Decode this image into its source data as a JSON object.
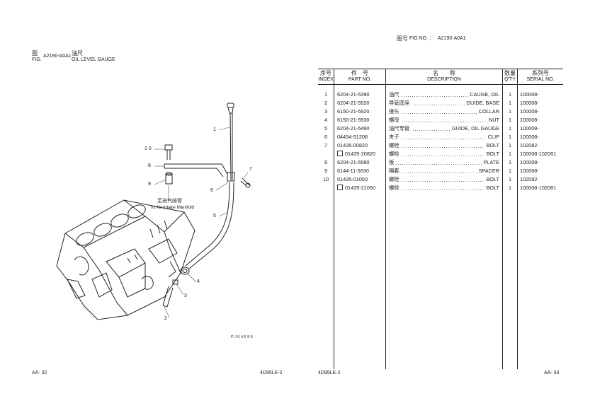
{
  "left_page": {
    "fig_cn": "图",
    "fig_label": "FIG.",
    "fig_no": "A2190-A0A1",
    "title_cn": "油尺",
    "title_en": "OIL LEVEL GAUGE",
    "callout_cn": "至进气歧管",
    "callout_en": "To Air Intake Manifold",
    "drawing_code": "PJ04699",
    "part_numbers": [
      "1",
      "2",
      "3",
      "4",
      "5",
      "6",
      "7",
      "8",
      "9",
      "1 0"
    ],
    "footer_left": "AA- 32",
    "footer_right": "4D95LE-2"
  },
  "right_page": {
    "header_cn": "图号",
    "header_label": "FIG NO. ：",
    "header_fig": "A2190-A0A1",
    "columns": {
      "index_cn": "序号",
      "index_en": "INDEX",
      "part_cn": "件　号",
      "part_en": "PART NO.",
      "desc_cn": "名　　称",
      "desc_en": "DESCRIPTION",
      "qty_cn": "数量",
      "qty_en": "Q'TY",
      "serial_cn": "系列号",
      "serial_en": "SERIAL NO."
    },
    "rows": [
      {
        "index": "1",
        "part_no": "6204-21-5390",
        "alt": false,
        "desc_cn": "油尺",
        "desc_en": "CAUGE, OIL",
        "qty": "1",
        "serial": "100008-"
      },
      {
        "index": "2",
        "part_no": "6204-21-5520",
        "alt": false,
        "desc_cn": "导管底座",
        "desc_en": "GUIDE, BASE",
        "qty": "1",
        "serial": "100008-"
      },
      {
        "index": "3",
        "part_no": "6150-21-5920",
        "alt": false,
        "desc_cn": "接头",
        "desc_en": "COLLAR",
        "qty": "1",
        "serial": "100008-"
      },
      {
        "index": "4",
        "part_no": "6150-21-5930",
        "alt": false,
        "desc_cn": "螺母",
        "desc_en": "NUT",
        "qty": "1",
        "serial": "100008-"
      },
      {
        "index": "5",
        "part_no": "6204-21-5490",
        "alt": false,
        "desc_cn": "油尺导管",
        "desc_en": "GUIDE, OIL GAUGE",
        "qty": "1",
        "serial": "100008-"
      },
      {
        "index": "6",
        "part_no": "04434-51208",
        "alt": false,
        "desc_cn": "夹子",
        "desc_en": "CLIP",
        "qty": "1",
        "serial": "100008-"
      },
      {
        "index": "7",
        "part_no": "01435-00820",
        "alt": false,
        "desc_cn": "螺栓",
        "desc_en": "BOLT",
        "qty": "1",
        "serial": "102082-"
      },
      {
        "index": "",
        "part_no": "01435-20820",
        "alt": true,
        "desc_cn": "螺栓",
        "desc_en": "BOLT",
        "qty": "1",
        "serial": "100008-102081"
      },
      {
        "index": "8",
        "part_no": "6204-21-5580",
        "alt": false,
        "desc_cn": "板",
        "desc_en": "PLATE",
        "qty": "1",
        "serial": "100008-"
      },
      {
        "index": "9",
        "part_no": "6144-11-5630",
        "alt": false,
        "desc_cn": "隔套",
        "desc_en": "SPACER",
        "qty": "1",
        "serial": "100008-"
      },
      {
        "index": "10",
        "part_no": "01435-01050",
        "alt": false,
        "desc_cn": "螺栓",
        "desc_en": "BOLT",
        "qty": "1",
        "serial": "102082-"
      },
      {
        "index": "",
        "part_no": "01435-21050",
        "alt": true,
        "desc_cn": "螺栓",
        "desc_en": "BOLT",
        "qty": "1",
        "serial": "100008-102081"
      }
    ],
    "footer_left": "4D95LE-2",
    "footer_right": "AA- 33"
  }
}
